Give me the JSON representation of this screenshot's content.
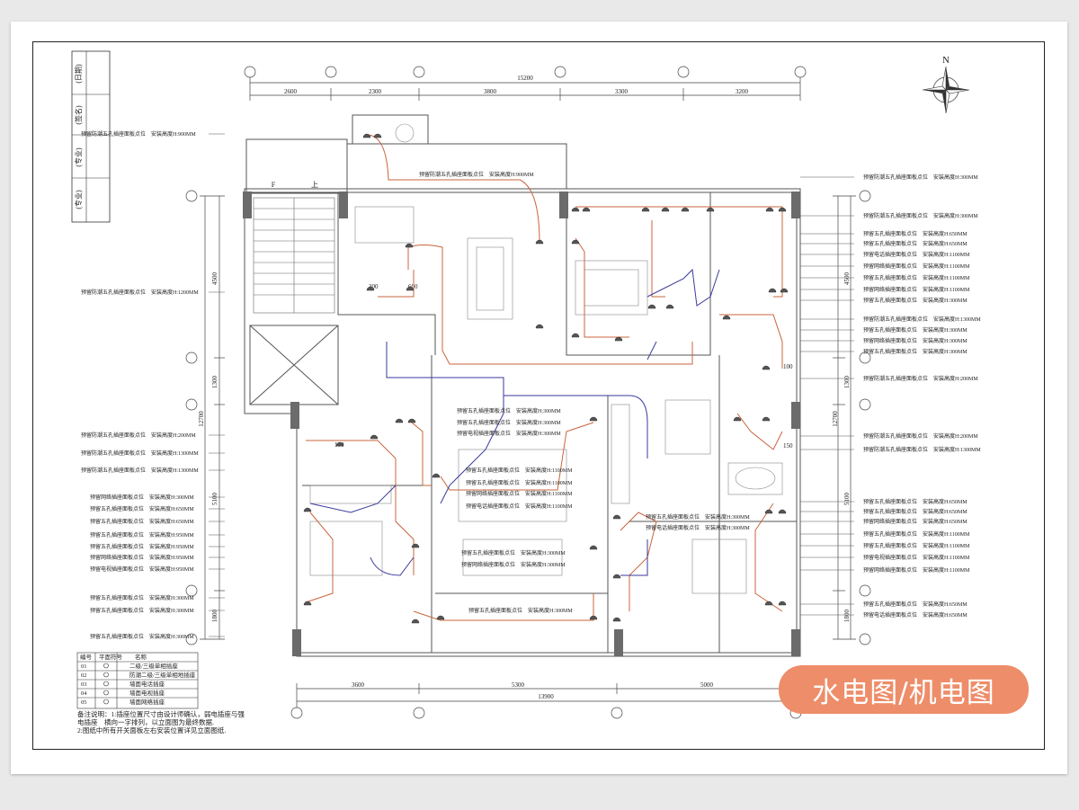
{
  "badge": "水电图/机电图",
  "title_block": [
    "(日期)",
    "(签名)",
    "(专业)",
    "(专业)"
  ],
  "top_dims": {
    "total": "15200",
    "segments": [
      "2600",
      "2300",
      "3800",
      "3300",
      "3200"
    ]
  },
  "bottom_dims": {
    "total": "13900",
    "segments": [
      "3600",
      "5300",
      "5000"
    ]
  },
  "side_dims": {
    "total": "12700",
    "segments": [
      "4500",
      "1300",
      "5100",
      "1800"
    ]
  },
  "stair_labels": [
    "F",
    "上"
  ],
  "counter_labels": [
    "300",
    "600",
    "100",
    "100",
    "150"
  ],
  "left_callouts": [
    "预留防潮五孔插座面板点位　安装高度H:900MM",
    "预留防潮五孔插座面板点位　安装高度H:1200MM",
    "预留防潮五孔插座面板点位　安装高度H:200MM",
    "预留防潮五孔插座面板点位　安装高度H:1300MM",
    "预留防潮五孔插座面板点位　安装高度H:1300MM",
    "预留网络插座面板点位　安装高度H:300MM",
    "预留五孔插座面板点位　安装高度H:650MM",
    "预留五孔插座面板点位　安装高度H:650MM",
    "预留五孔插座面板点位　安装高度H:950MM",
    "预留五孔插座面板点位　安装高度H:950MM",
    "预留网络插座面板点位　安装高度H:950MM",
    "预留电视插座面板点位　安装高度H:950MM",
    "预留五孔插座面板点位　安装高度H:300MM",
    "预留五孔插座面板点位　安装高度H:300MM",
    "预留五孔插座面板点位　安装高度H:300MM"
  ],
  "right_callouts": [
    "预留防潮五孔插座面板点位　安装高度H:300MM",
    "预留防潮五孔插座面板点位　安装高度H:300MM",
    "预留五孔插座面板点位　安装高度H:650MM",
    "预留五孔插座面板点位　安装高度H:650MM",
    "预留电话插座面板点位　安装高度H:1100MM",
    "预留网络插座面板点位　安装高度H:1100MM",
    "预留五孔插座面板点位　安装高度H:1100MM",
    "预留网络插座面板点位　安装高度H:1100MM",
    "预留五孔插座面板点位　安装高度H:300MM",
    "预留防潮五孔插座面板点位　安装高度H:1300MM",
    "预留五孔插座面板点位　安装高度H:300MM",
    "预留网络插座面板点位　安装高度H:300MM",
    "预留五孔插座面板点位　安装高度H:300MM",
    "预留防潮五孔插座面板点位　安装高度H:200MM",
    "预留防潮五孔插座面板点位　安装高度H:200MM",
    "预留防潮五孔插座面板点位　安装高度H:1300MM",
    "预留五孔插座面板点位　安装高度H:650MM",
    "预留五孔插座面板点位　安装高度H:650MM",
    "预留网络插座面板点位　安装高度H:650MM",
    "预留五孔插座面板点位　安装高度H:1100MM",
    "预留五孔插座面板点位　安装高度H:1100MM",
    "预留电视插座面板点位　安装高度H:1100MM",
    "预留网络插座面板点位　安装高度H:1100MM",
    "预留五孔插座面板点位　安装高度H:650MM",
    "预留电话插座面板点位　安装高度H:650MM"
  ],
  "center_callouts": [
    "预留防潮五孔插座面板点位　安装高度H:900MM",
    "预留五孔插座面板点位　安装高度H:300MM",
    "预留五孔插座面板点位　安装高度H:300MM",
    "预留电视插座面板点位　安装高度H:300MM",
    "预留五孔插座面板点位　安装高度H:1100MM",
    "预留五孔插座面板点位　安装高度H:1100MM",
    "预留网络插座面板点位　安装高度H:1100MM",
    "预留电话插座面板点位　安装高度H:1100MM",
    "预留五孔插座面板点位　安装高度H:300MM",
    "预留网络插座面板点位　安装高度H:300MM",
    "预留五孔插座面板点位　安装高度H:300MM",
    "预留五孔插座面板点位　安装高度H:300MM",
    "预留电话插座面板点位　安装高度H:300MM"
  ],
  "legend": {
    "headers": [
      "编号",
      "平面符号",
      "名称"
    ],
    "rows": [
      [
        "01",
        "二级/三级单相插座"
      ],
      [
        "02",
        "防潮二级/三级单相地插座"
      ],
      [
        "03",
        "墙面电话插座"
      ],
      [
        "04",
        "墙面电视插座"
      ],
      [
        "05",
        "墙面网络插座"
      ]
    ]
  },
  "notes": [
    "备注说明：1:插座位置尺寸由设计师确认，弱电插座与强",
    "电插座　横向一字排列，以立面图为最终数据.",
    "2:图纸中所有开关面板左右安装位置详见立面图纸."
  ],
  "compass": "N",
  "colors": {
    "badge": "#ee8d6a",
    "power": "#c8643c",
    "signal": "#3a3a9c"
  }
}
